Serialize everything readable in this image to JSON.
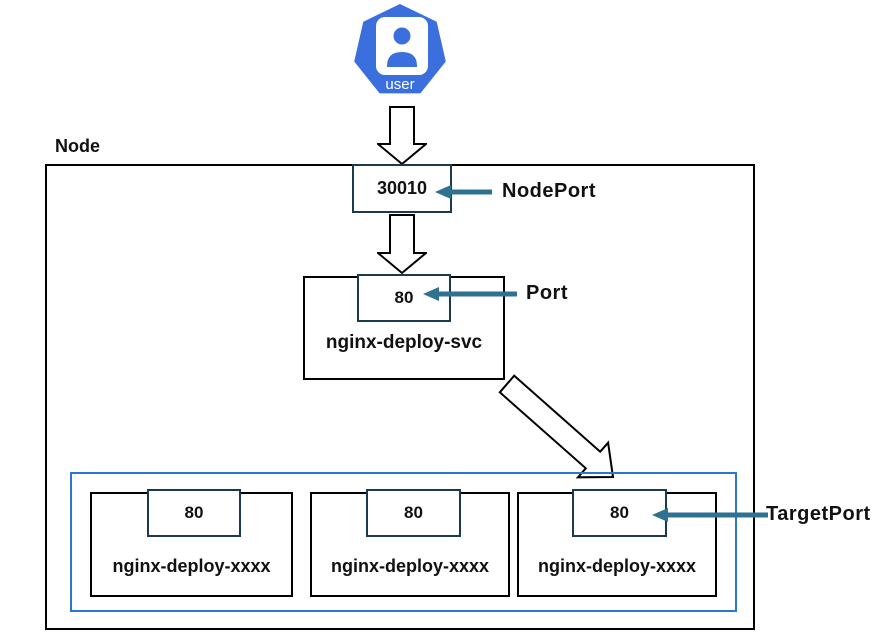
{
  "user": {
    "label": "user"
  },
  "node": {
    "label": "Node"
  },
  "nodeport": {
    "port": "30010",
    "label": "NodePort"
  },
  "service": {
    "name": "nginx-deploy-svc",
    "port": "80",
    "port_label": "Port"
  },
  "pods": {
    "targetport_label": "TargetPort",
    "items": [
      {
        "name": "nginx-deploy-xxxx",
        "port": "80"
      },
      {
        "name": "nginx-deploy-xxxx",
        "port": "80"
      },
      {
        "name": "nginx-deploy-xxxx",
        "port": "80"
      }
    ]
  },
  "colors": {
    "user_icon_blue": "#3b6fde",
    "arrow_teal": "#2e7191",
    "port_box_border": "#1b3a4d",
    "pods_group_border": "#2779cf",
    "outline_black": "#000000"
  }
}
